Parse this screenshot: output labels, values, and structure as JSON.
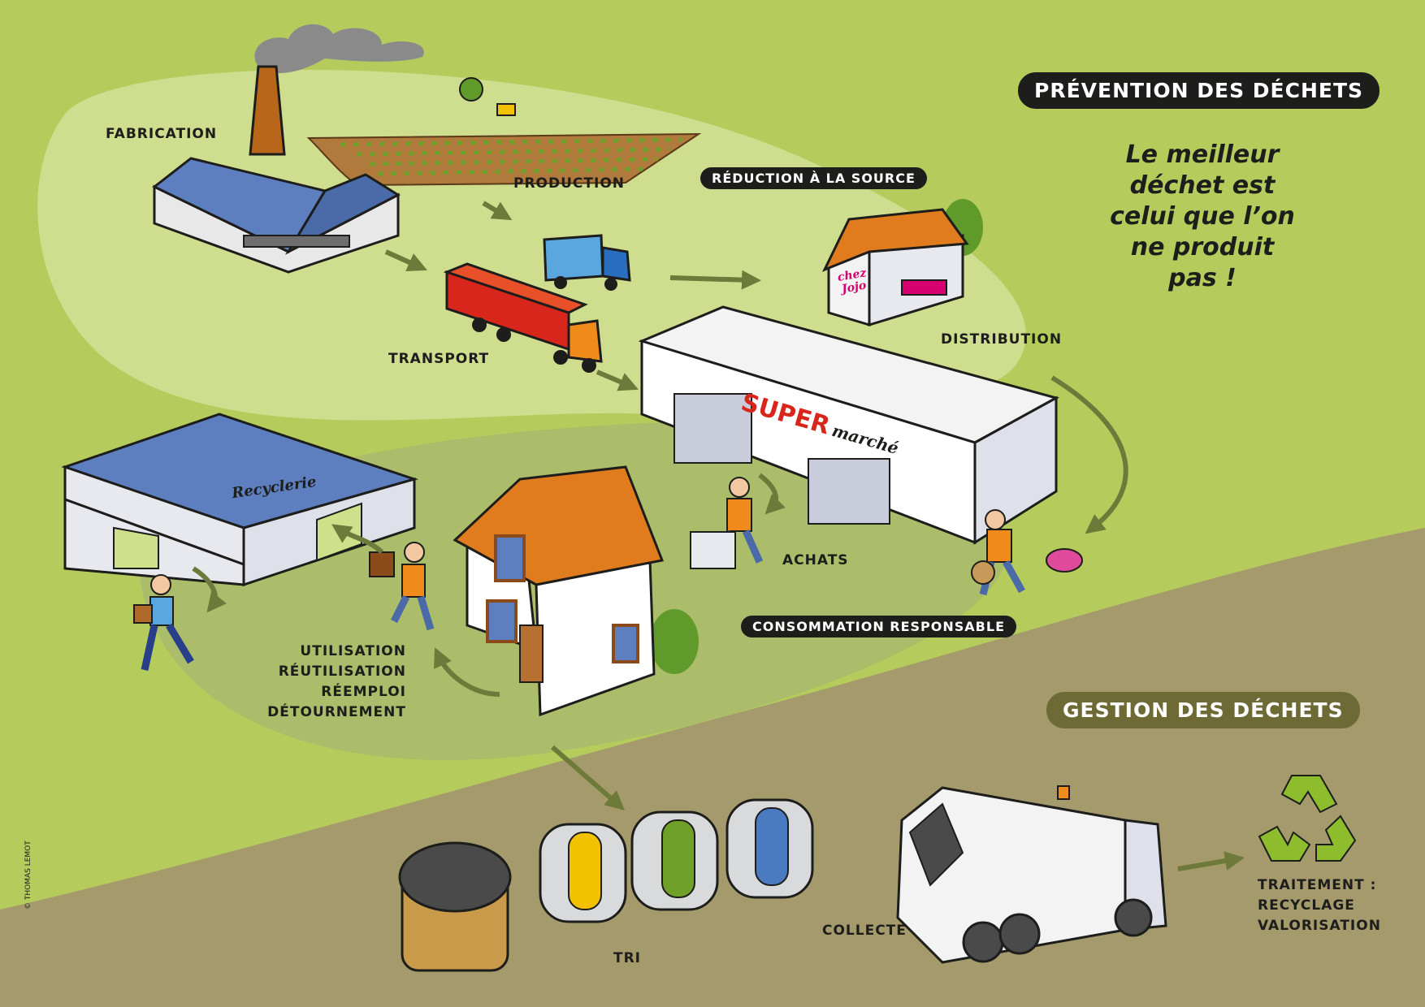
{
  "labels": {
    "fabrication": "FABRICATION",
    "production": "PRODUCTION",
    "transport": "TRANSPORT",
    "distribution": "DISTRIBUTION",
    "achats": "ACHATS",
    "usage_lines": [
      "UTILISATION",
      "RÉUTILISATION",
      "RÉEMPLOI",
      "DÉTOURNEMENT"
    ],
    "tri": "TRI",
    "collecte": "COLLECTE",
    "traitement_lines": [
      "TRAITEMENT :",
      "RECYCLAGE",
      "VALORISATION"
    ]
  },
  "titles": {
    "prevention": "PRÉVENTION DES DÉCHETS",
    "gestion": "GESTION DES DÉCHETS",
    "reduction": "RÉDUCTION À LA SOURCE",
    "consommation": "CONSOMMATION RESPONSABLE"
  },
  "quote_lines": [
    "Le meilleur",
    "déchet est",
    "celui que l’on",
    "ne produit",
    "pas !"
  ],
  "signs": {
    "shop_line1": "chez",
    "shop_line2": "Jojo",
    "supermarket_brand": "SUPER",
    "supermarket_word": "marché",
    "recyclerie": "Recyclerie"
  },
  "credit": "© THOMAS LEMOT",
  "colors": {
    "meadow": "#b5cc5c",
    "prevention_zone": "#cfdd8e",
    "consumption_zone": "#a9b86c",
    "ground": "#a49a6c",
    "arrow": "#6d7a3a",
    "roof_orange": "#e07b1e",
    "roof_blue": "#5d7fc0",
    "red_sign": "#d9261c",
    "magenta_sign": "#d6006f",
    "recycle_green": "#8dbd2c",
    "label_pill": "#1d1d1b",
    "gestion_pill": "#6e6a36"
  }
}
